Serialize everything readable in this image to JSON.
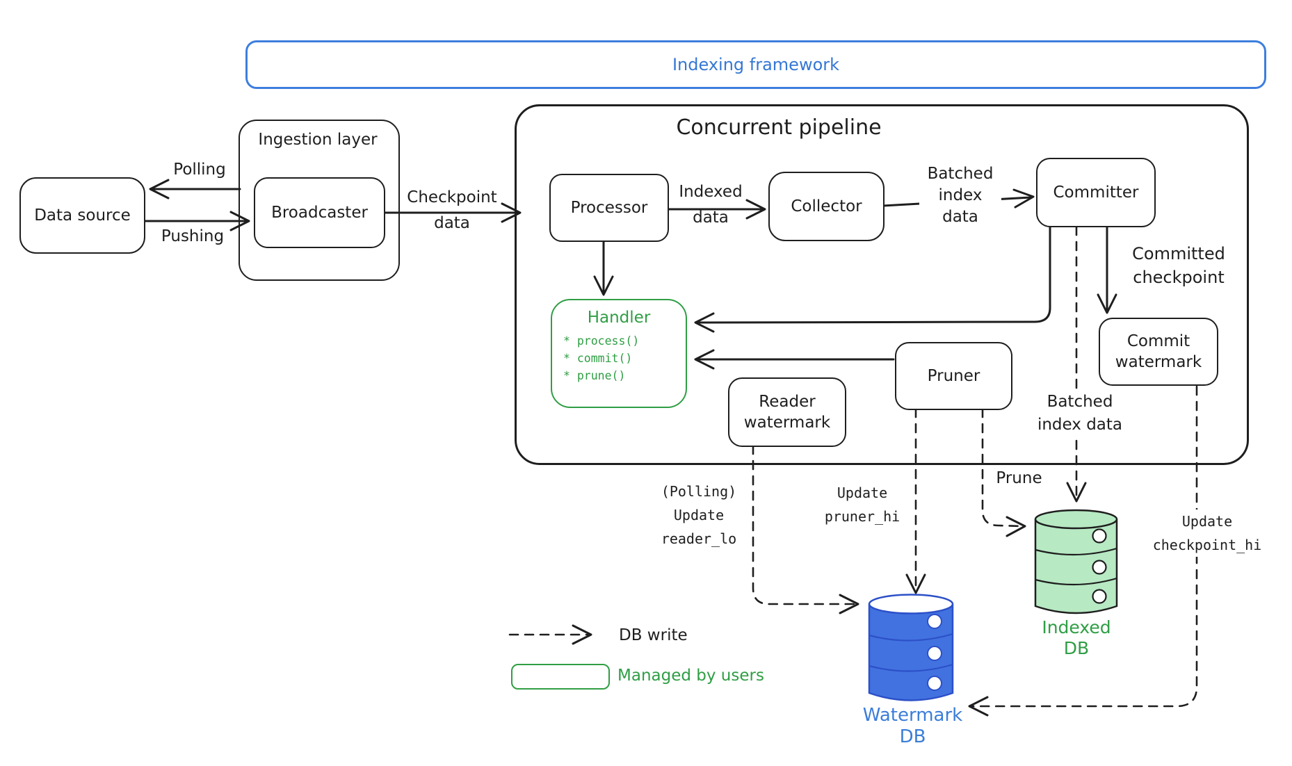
{
  "banner": {
    "title": "Indexing framework"
  },
  "nodes": {
    "data_source": "Data source",
    "ingestion_layer": "Ingestion layer",
    "broadcaster": "Broadcaster",
    "pipeline": "Concurrent pipeline",
    "processor": "Processor",
    "collector": "Collector",
    "committer": "Committer",
    "handler": "Handler",
    "handler_methods": [
      "* process()",
      "* commit()",
      "* prune()"
    ],
    "pruner": "Pruner",
    "reader_watermark": "Reader\nwatermark",
    "commit_watermark": "Commit\nwatermark"
  },
  "edges": {
    "polling": "Polling",
    "pushing": "Pushing",
    "checkpoint_data": "Checkpoint\ndata",
    "indexed_data": "Indexed\ndata",
    "batched_index_data_top": "Batched\nindex\ndata",
    "committed_checkpoint": "Committed\ncheckpoint",
    "polling_update_reader_lo": "(Polling)\nUpdate\nreader_lo",
    "update_pruner_hi": "Update\npruner_hi",
    "prune": "Prune",
    "batched_index_data_bottom": "Batched\nindex data",
    "update_checkpoint_hi": "Update\ncheckpoint_hi"
  },
  "databases": {
    "watermark_db": "Watermark\nDB",
    "indexed_db": "Indexed\nDB"
  },
  "legend": {
    "db_write": "DB write",
    "managed_by_users": "Managed by users"
  },
  "colors": {
    "stroke_black": "#1e1e1e",
    "accent_blue": "#3b7dd8",
    "accent_green": "#2f9e44",
    "db_blue_fill": "#4272e0",
    "db_blue_stroke": "#2c50c8",
    "db_green_fill": "#b7e9c3"
  }
}
